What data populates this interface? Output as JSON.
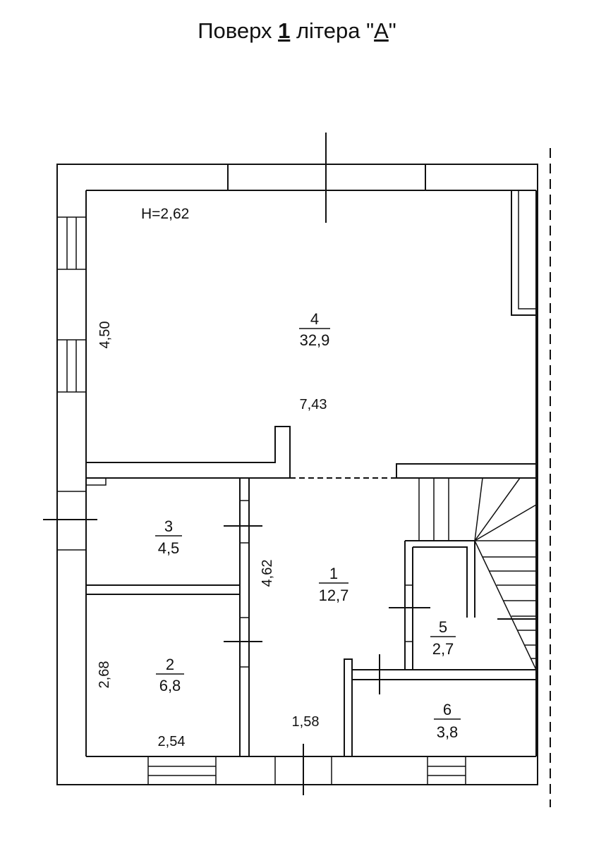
{
  "title": {
    "prefix": "Поверх ",
    "floor": "1",
    "middle": " літера \"",
    "letter": "А",
    "suffix": "\""
  },
  "ceiling_height": "H=2,62",
  "rooms": [
    {
      "number": "4",
      "area": "32,9"
    },
    {
      "number": "3",
      "area": "4,5"
    },
    {
      "number": "1",
      "area": "12,7"
    },
    {
      "number": "5",
      "area": "2,7"
    },
    {
      "number": "2",
      "area": "6,8"
    },
    {
      "number": "6",
      "area": "3,8"
    }
  ],
  "dimensions": {
    "d450": "4,50",
    "d743": "7,43",
    "d462": "4,62",
    "d268": "2,68",
    "d254": "2,54",
    "d158": "1,58"
  }
}
